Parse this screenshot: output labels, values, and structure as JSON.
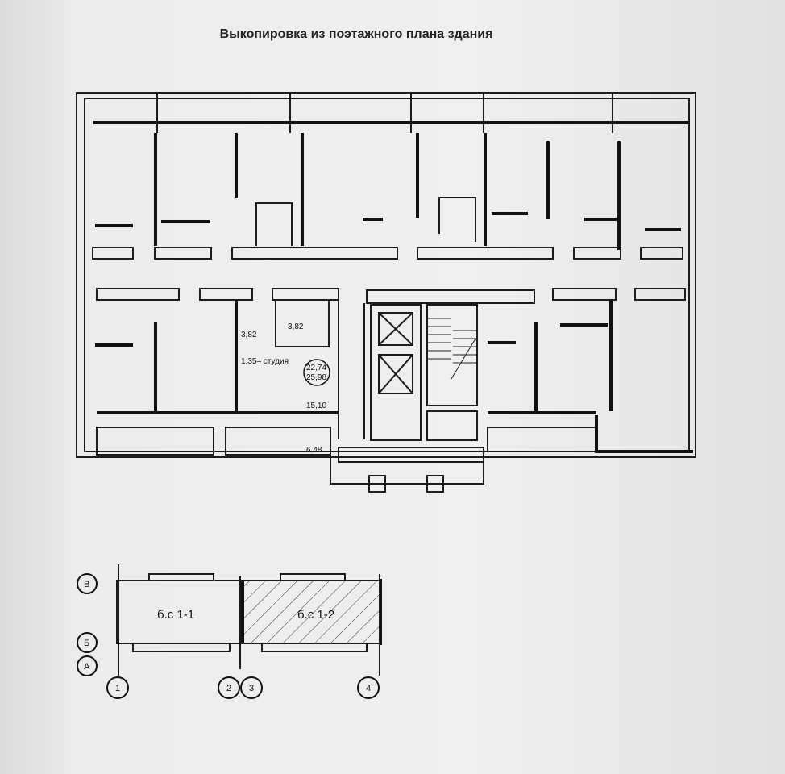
{
  "title": "Выкопировка из поэтажного плана здания",
  "plan": {
    "apartment_label": "1.35– студия",
    "area_living": "22,74",
    "area_total": "25,98",
    "room_kitchen": "15,10",
    "room_bath": "3,82",
    "room_hall": "3,82",
    "balcony": "6,48"
  },
  "key_plan": {
    "section_left": "б.с 1-1",
    "section_right": "б.с 1-2",
    "axes_rows": [
      "В",
      "Б",
      "А"
    ],
    "axes_cols": [
      "1",
      "2",
      "3",
      "4"
    ]
  }
}
